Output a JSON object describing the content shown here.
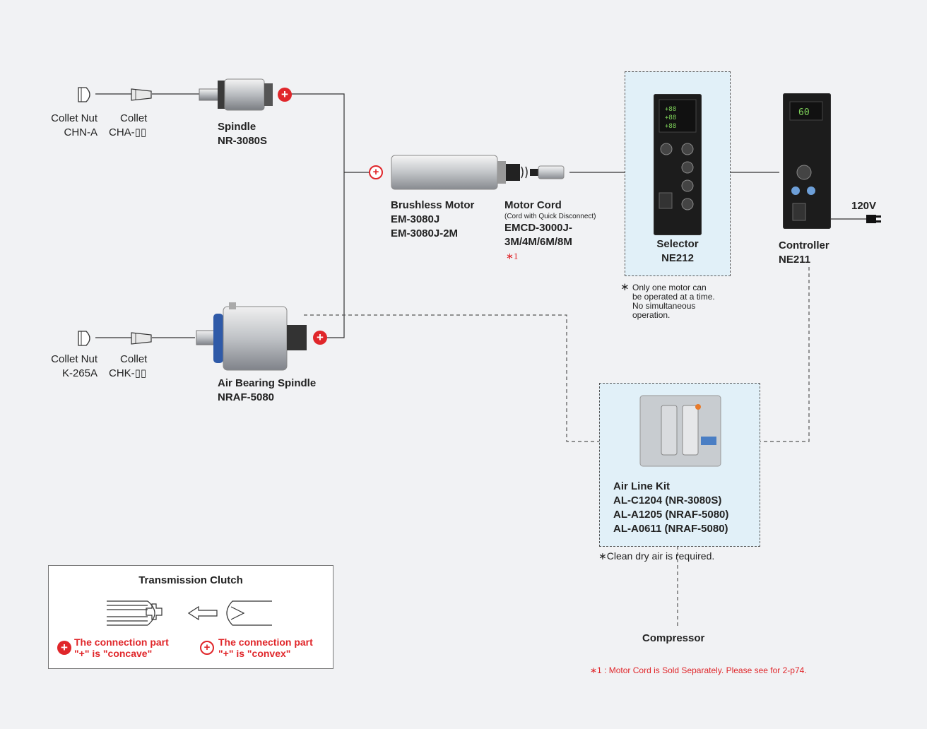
{
  "spindle_row": {
    "collet_nut": {
      "label": "Collet Nut",
      "model": "CHN-A"
    },
    "collet": {
      "label": "Collet",
      "model": "CHA-▯▯"
    },
    "spindle": {
      "label": "Spindle",
      "model": "NR-3080S"
    }
  },
  "air_row": {
    "collet_nut": {
      "label": "Collet Nut",
      "model": "K-265A"
    },
    "collet": {
      "label": "Collet",
      "model": "CHK-▯▯"
    },
    "spindle": {
      "label": "Air Bearing Spindle",
      "model": "NRAF-5080"
    }
  },
  "motor": {
    "label": "Brushless Motor",
    "models": [
      "EM-3080J",
      "EM-3080J-2M"
    ]
  },
  "motor_cord": {
    "label": "Motor Cord",
    "sub": "(Cord with Quick Disconnect)",
    "models": [
      "EMCD-3000J-",
      "3M/4M/6M/8M"
    ],
    "footnote_mark": "∗1"
  },
  "selector": {
    "label": "Selector",
    "model": "NE212",
    "note_mark": "∗",
    "note": [
      "Only one motor can",
      "be operated at a time.",
      "No simultaneous",
      "operation."
    ]
  },
  "controller": {
    "label": "Controller",
    "model": "NE211"
  },
  "power": {
    "label": "120V"
  },
  "air_kit": {
    "label": "Air Line Kit",
    "models": [
      "AL-C1204 (NR-3080S)",
      "AL-A1205 (NRAF-5080)",
      "AL-A0611 (NRAF-5080)"
    ],
    "note": "∗Clean dry air is required."
  },
  "compressor": {
    "label": "Compressor"
  },
  "footnote": "∗1 : Motor Cord is Sold Separately. Please see for 2-p74.",
  "legend": {
    "title": "Transmission Clutch",
    "concave": [
      "The connection part",
      "\"+\" is \"concave\""
    ],
    "convex": [
      "The connection part",
      "\"+\" is \"convex\""
    ]
  },
  "colors": {
    "accent_red": "#e0262a",
    "box_fill": "#e1f0f8",
    "background": "#f1f2f4"
  }
}
